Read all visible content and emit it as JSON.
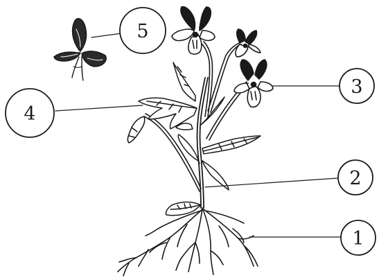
{
  "diagram": {
    "callouts": [
      {
        "id": "root",
        "label": "1"
      },
      {
        "id": "stem",
        "label": "2"
      },
      {
        "id": "flower",
        "label": "3"
      },
      {
        "id": "leaf",
        "label": "4"
      },
      {
        "id": "fruit",
        "label": "5"
      }
    ]
  }
}
